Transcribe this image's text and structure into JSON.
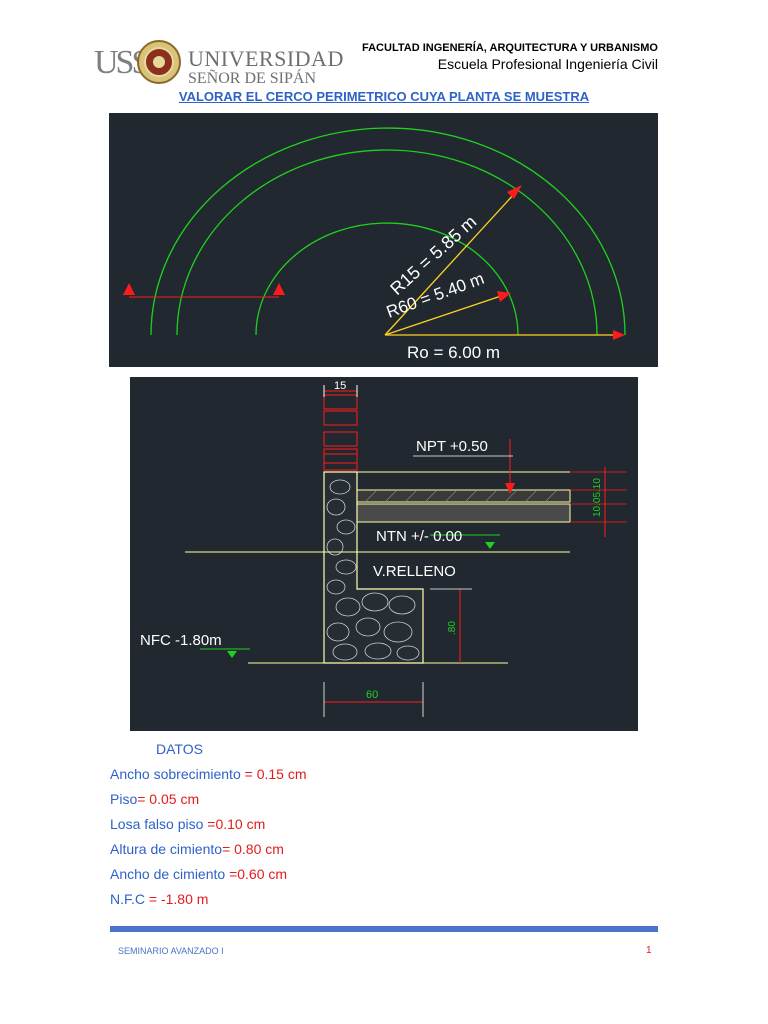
{
  "header": {
    "logo_text": "USS",
    "university_line1": "UNIVERSIDAD",
    "university_line2": "SEÑOR DE SIPÁN",
    "faculty": "FACULTAD INGENERÍA, ARQUITECTURA Y URBANISMO",
    "school": "Escuela Profesional Ingeniería Civil"
  },
  "title": "VALORAR EL CERCO PERIMETRICO CUYA PLANTA SE MUESTRA",
  "plan_figure": {
    "r15_label": "R15 = 5.85 m",
    "r60_label": "R60 = 5.40 m",
    "ro_label": "Ro = 6.00 m",
    "line_color": "#1fd11f",
    "arrow_color": "#ffd21f",
    "marker_color": "#ff1b1b"
  },
  "section_figure": {
    "width_top": "15",
    "npt": "NPT +0.50",
    "ntn": "NTN +/- 0.00",
    "relleno": "V.RELLENO",
    "nfc": "NFC -1.80m",
    "height_label": ".80",
    "width_bottom": "60",
    "right_dims": "10.05.10"
  },
  "datos": {
    "heading": "DATOS",
    "rows": [
      {
        "label": "Ancho sobrecimiento ",
        "value": "= 0.15 cm"
      },
      {
        "label": "Piso",
        "value": "= 0.05 cm"
      },
      {
        "label": "Losa falso piso ",
        "value": "=0.10 cm"
      },
      {
        "label": "Altura de cimiento",
        "value": "= 0.80 cm"
      },
      {
        "label": "Ancho de cimiento ",
        "value": "=0.60 cm"
      },
      {
        "label": "N.F.C ",
        "value": "= -1.80 m"
      }
    ]
  },
  "footer": {
    "left": "SEMINARIO AVANZADO I",
    "page": "1"
  }
}
